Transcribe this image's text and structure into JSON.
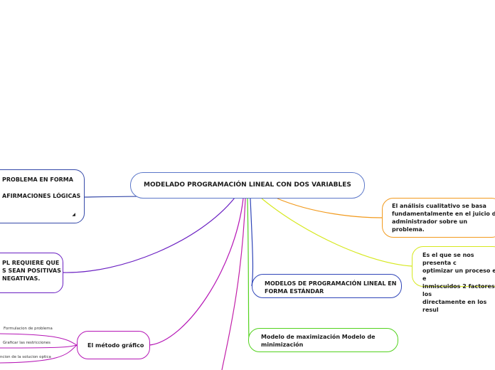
{
  "map": {
    "central": "MODELADO PROGRAMACIÓN LINEAL CON DOS VARIABLES",
    "left_problem": {
      "line1": "PROBLEMA EN FORMA",
      "line2": "AFIRMACIONES LÓGICAS",
      "corner_mark": "◢"
    },
    "left_pl": {
      "line1": "PL REQUIERE QUE",
      "line2": "S SEAN POSITIVAS",
      "line3": "NEGATIVAS."
    },
    "metodo": {
      "label": "El método gráfico",
      "subtopics": [
        "Formulacion de problema",
        "Graficar las restricciones",
        "ncion de la solucion optica"
      ]
    },
    "analisis": {
      "line1": "El análisis cualitativo se basa",
      "line2": "fundamentalmente en el juicio del",
      "line3": "administrador sobre un",
      "line4": "problema."
    },
    "optimizar": {
      "line1": "Es el que se nos presenta c",
      "line2": "optimizar un proceso en e",
      "line3": "inmiscuidos 2 factores los",
      "line4": "directamente en los resul"
    },
    "modelos": {
      "line1": "MODELOS DE PROGRAMACIÓN LINEAL EN",
      "line2": "FORMA ESTÁNDAR"
    },
    "maxmin": {
      "line1": "Modelo de maximización Modelo de",
      "line2": "minimización"
    }
  },
  "colors": {
    "central_border": "#5b77c9",
    "problem_branch": "#3448a8",
    "pl_branch": "#6a1fc2",
    "metodo_branch": "#b515b5",
    "analisis_branch": "#f29a1d",
    "optimizar_branch": "#d6e81e",
    "modelos_branch": "#2f45b8",
    "maxmin_branch": "#52d21d",
    "lower_branch": "#c21fa8"
  }
}
